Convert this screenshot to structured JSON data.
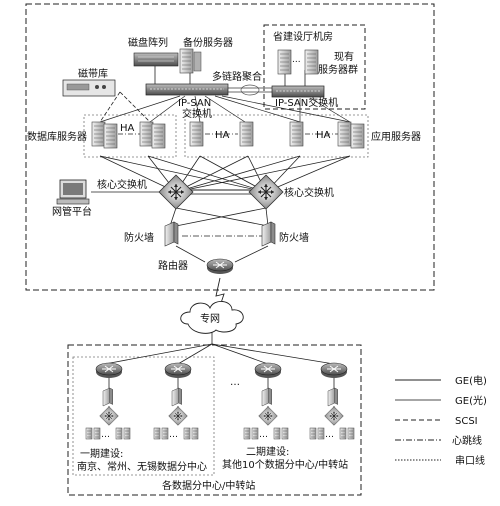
{
  "labels": {
    "disk_array": "磁盘阵列",
    "backup_server": "备份服务器",
    "tape_library": "磁带库",
    "multilink": "多链路聚合",
    "ipsan_1a": "IP-SAN",
    "ipsan_1b": "交换机",
    "prov_room": "省建设厅机房",
    "existing_1": "现有",
    "existing_2": "服务器群",
    "ipsan_2": "IP-SAN交换机",
    "db_server": "数据库服务器",
    "app_server": "应用服务器",
    "ha": "HA",
    "core_switch": "核心交换机",
    "nms": "网管平台",
    "firewall": "防火墙",
    "router": "路由器",
    "private_net": "专网",
    "ellipsis": "…",
    "phase1_1": "一期建设:",
    "phase1_2": "南京、常州、无锡数据分中心",
    "phase2_1": "二期建设:",
    "phase2_2": "其他10个数据分中心/中转站",
    "centers": "各数据分中心/中转站"
  },
  "legend": [
    {
      "label": "GE(电)"
    },
    {
      "label": "GE(光)"
    },
    {
      "label": "SCSI"
    },
    {
      "label": "心跳线"
    },
    {
      "label": "串口线"
    }
  ],
  "colors": {
    "line": "#222222",
    "device_light": "#d9d9d9",
    "device_dark": "#7f7f7f",
    "dash_gray": "#888888"
  }
}
